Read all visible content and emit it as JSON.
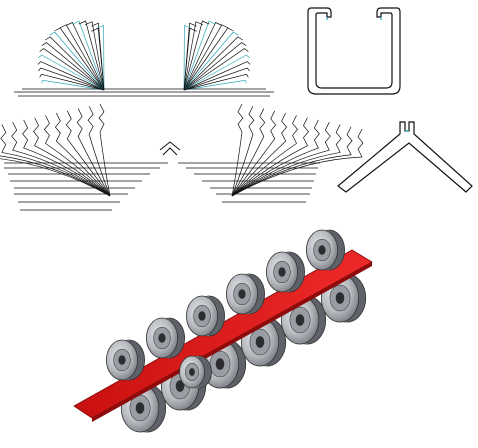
{
  "figure": {
    "panels": [
      {
        "id": "channel-flower",
        "description_visible_text": ""
      },
      {
        "id": "channel-profile",
        "description_visible_text": ""
      },
      {
        "id": "angle-flower",
        "description_visible_text": ""
      },
      {
        "id": "angle-profile",
        "description_visible_text": ""
      },
      {
        "id": "roll-forming-line",
        "description_visible_text": ""
      }
    ]
  },
  "colors": {
    "line": "#111111",
    "highlight": "#2aa6b8",
    "strip": "#e11b1b",
    "strip_dark": "#9c0d0d",
    "roll_light": "#d4d6da",
    "roll_mid": "#8d9096",
    "roll_dark": "#55585e"
  },
  "roll_forming_line": {
    "stands": 6
  }
}
